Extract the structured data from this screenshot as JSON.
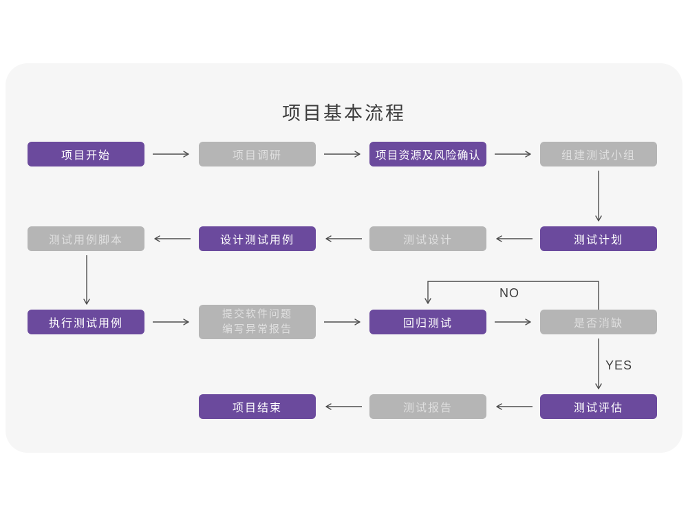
{
  "title": "项目基本流程",
  "labels": {
    "no": "NO",
    "yes": "YES"
  },
  "colors": {
    "purple_box": "#6B4A9D",
    "gray_box": "#B5B5B5",
    "purple_box_text": "#FFFFFF",
    "gray_box_text": "#DFDFDF",
    "card_background": "#F6F6F6",
    "page_background": "#FFFFFF",
    "arrow": "#4D4D4D",
    "title_text": "#3C3C3C"
  },
  "nodes": [
    {
      "label": "项目开始",
      "variant": "purple"
    },
    {
      "label": "项目调研",
      "variant": "gray"
    },
    {
      "label": "项目资源及风险确认",
      "variant": "purple"
    },
    {
      "label": "组建测试小组",
      "variant": "gray"
    },
    {
      "label": "测试用例脚本",
      "variant": "gray"
    },
    {
      "label": "设计测试用例",
      "variant": "purple"
    },
    {
      "label": "测试设计",
      "variant": "gray"
    },
    {
      "label": "测试计划",
      "variant": "purple"
    },
    {
      "label": "执行测试用例",
      "variant": "purple"
    },
    {
      "label": "提交软件问题",
      "label2": "编写异常报告",
      "variant": "gray"
    },
    {
      "label": "回归测试",
      "variant": "purple"
    },
    {
      "label": "是否消缺",
      "variant": "gray"
    },
    {
      "label": "项目结束",
      "variant": "purple"
    },
    {
      "label": "测试报告",
      "variant": "gray"
    },
    {
      "label": "测试评估",
      "variant": "purple"
    }
  ]
}
